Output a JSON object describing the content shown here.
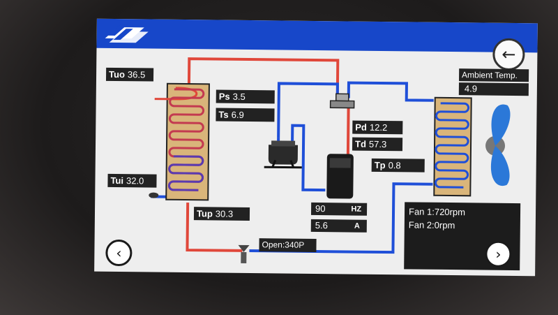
{
  "header": {
    "logo_icon": "waves-logo-icon",
    "back_icon": "arrow-left-icon",
    "color": "#1747c9"
  },
  "ambient": {
    "title": "Ambient Temp.",
    "value": "4.9"
  },
  "readings": {
    "tuo": {
      "key": "Tuo",
      "value": "36.5"
    },
    "tui": {
      "key": "Tui",
      "value": "32.0"
    },
    "tup": {
      "key": "Tup",
      "value": "30.3"
    },
    "ps": {
      "key": "Ps",
      "value": "3.5"
    },
    "ts": {
      "key": "Ts",
      "value": "6.9"
    },
    "pd": {
      "key": "Pd",
      "value": "12.2"
    },
    "td": {
      "key": "Td",
      "value": "57.3"
    },
    "tp": {
      "key": "Tp",
      "value": "0.8"
    }
  },
  "compressor": {
    "frequency": "90",
    "frequency_unit": "HZ",
    "current": "5.6",
    "current_unit": "A"
  },
  "valve": {
    "label": "Open:340P"
  },
  "fans": {
    "fan1": "Fan 1:720rpm",
    "fan2": "Fan 2:0rpm"
  },
  "nav": {
    "prev_icon": "chevron-left-icon",
    "next_icon": "chevron-right-icon",
    "prev_glyph": "‹",
    "next_glyph": "›",
    "back_glyph": "←"
  },
  "colors": {
    "hot_pipe": "#e0473a",
    "cold_pipe": "#1f4fd8",
    "coil": "#d9b57a"
  }
}
